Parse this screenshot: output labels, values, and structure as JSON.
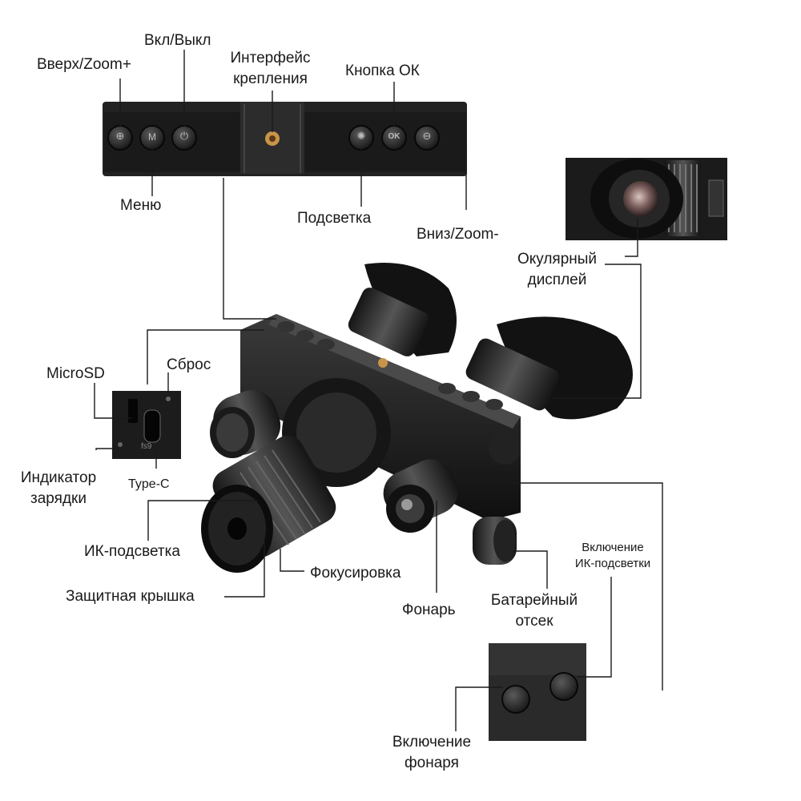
{
  "labels": {
    "up_zoom": "Вверх/Zoom+",
    "power": "Вкл/Выкл",
    "mount_interface": [
      "Интерфейс",
      "крепления"
    ],
    "ok_button": "Кнопка ОК",
    "menu": "Меню",
    "backlight": "Подсветка",
    "down_zoom": "Вниз/Zoom-",
    "eyepiece_display": [
      "Окулярный",
      "дисплей"
    ],
    "microsd": "MicroSD",
    "reset": "Сброс",
    "charge_indicator": [
      "Индикатор",
      "зарядки"
    ],
    "type_c": "Type-C",
    "ir_illuminator": "ИК-подсветка",
    "focus": "Фокусировка",
    "protective_cap": "Защитная крышка",
    "flashlight": "Фонарь",
    "battery_compartment": [
      "Батарейный",
      "отсек"
    ],
    "ir_on": [
      "Включение",
      "ИК-подсветки"
    ],
    "flashlight_on": [
      "Включение",
      "фонаря"
    ]
  },
  "button_glyphs": {
    "up": "⊕",
    "menu": "M",
    "power": "⏻",
    "backlight": "✺",
    "ok": "OK",
    "down": "⊖"
  },
  "port_text": "fs9"
}
